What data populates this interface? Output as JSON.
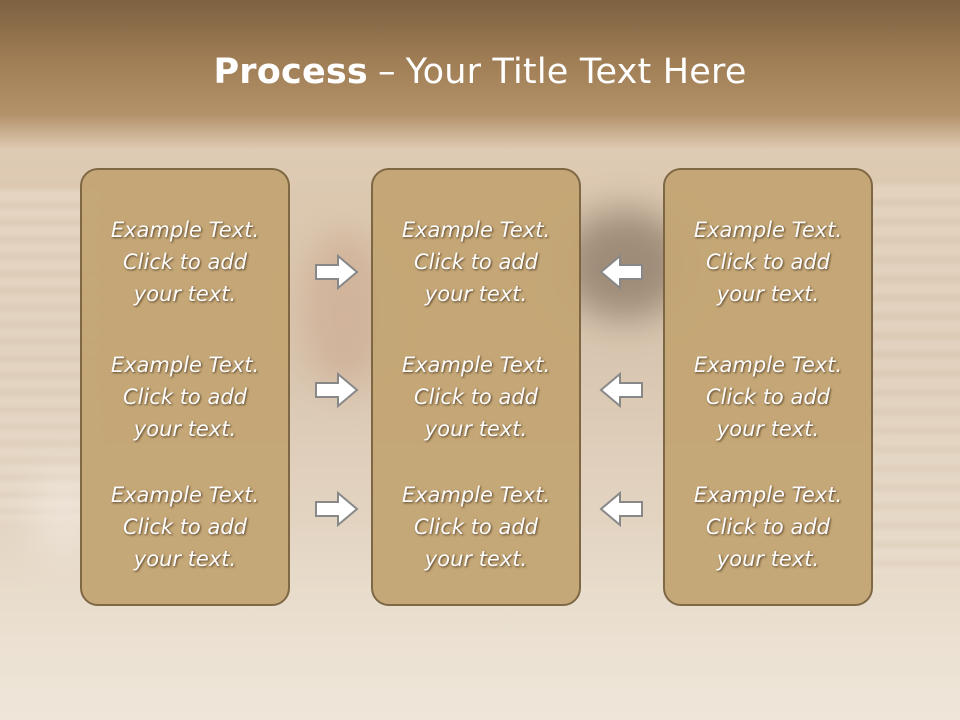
{
  "slide": {
    "title_bold": "Process",
    "title_dash": "–",
    "title_rest": "Your Title Text Here"
  },
  "columns": [
    {
      "items": [
        {
          "line1": "Example Text.",
          "line2": "Click  to add",
          "line3": "your text."
        },
        {
          "line1": "Example Text.",
          "line2": "Click  to add",
          "line3": "your text."
        },
        {
          "line1": "Example Text.",
          "line2": "Click  to add",
          "line3": "your text."
        }
      ]
    },
    {
      "items": [
        {
          "line1": "Example Text.",
          "line2": "Click  to add",
          "line3": "your text."
        },
        {
          "line1": "Example Text.",
          "line2": "Click  to add",
          "line3": "your text."
        },
        {
          "line1": "Example Text.",
          "line2": "Click  to add",
          "line3": "your text."
        }
      ]
    },
    {
      "items": [
        {
          "line1": "Example Text.",
          "line2": "Click  to add",
          "line3": "your text."
        },
        {
          "line1": "Example Text.",
          "line2": "Click  to add",
          "line3": "your text."
        },
        {
          "line1": "Example Text.",
          "line2": "Click  to add",
          "line3": "your text."
        }
      ]
    }
  ],
  "arrows": {
    "left_group": "arrow-right-icon",
    "right_group": "arrow-left-icon"
  },
  "colors": {
    "title_band": "#9f7d55",
    "panel_fill": "#c4a674",
    "panel_border": "#7a623f",
    "text": "#ffffff"
  }
}
